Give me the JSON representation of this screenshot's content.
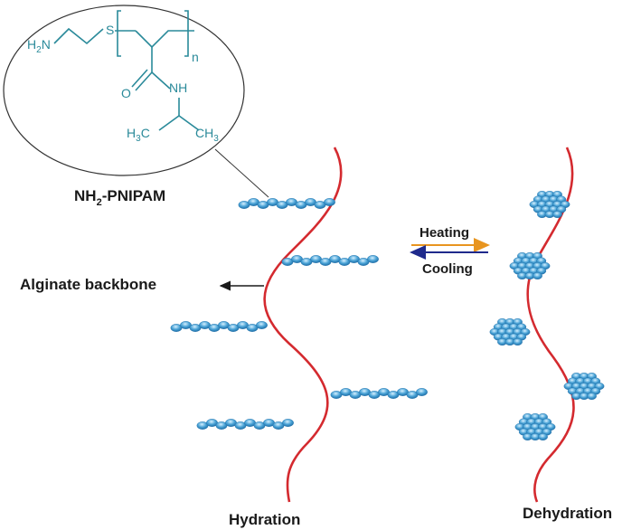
{
  "labels": {
    "polymer_name_prefix": "NH",
    "polymer_name_sub": "2",
    "polymer_name_suffix": "-PNIPAM",
    "backbone": "Alginate backbone",
    "heating": "Heating",
    "cooling": "Cooling",
    "left_state": "Hydration",
    "right_state": "Dehydration"
  },
  "structure": {
    "amine_prefix": "H",
    "amine_sub": "2",
    "amine_suffix": "N",
    "sulfur": "S",
    "repeat_index": "n",
    "oxygen": "O",
    "amide": "NH",
    "methyl_left_prefix": "H",
    "methyl_left_sub": "3",
    "methyl_left_suffix": "C",
    "methyl_right_prefix": "CH",
    "methyl_right_sub": "3"
  },
  "colors": {
    "backbone": "#d42a2f",
    "chain_bead": "#4aa3d6",
    "structure": "#2a8a9a",
    "heating_arrow": "#e8951f",
    "cooling_arrow": "#1f2a8c"
  },
  "icons": {
    "extended_chain": "bead-chain-icon",
    "collapsed_globule": "globule-icon"
  }
}
